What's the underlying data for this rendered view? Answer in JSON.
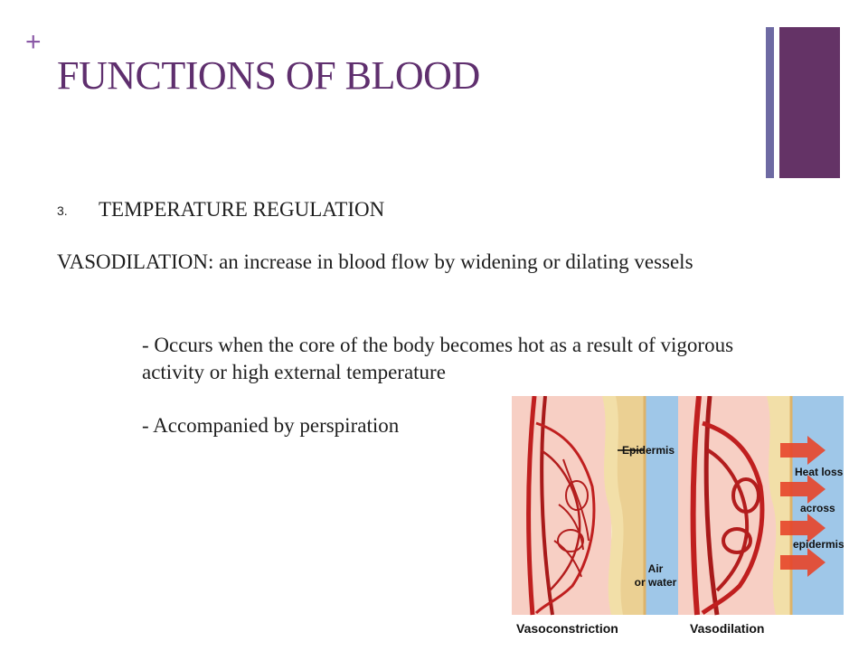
{
  "slide": {
    "plus_mark": "+",
    "title": "FUNCTIONS OF BLOOD",
    "item_number": "3.",
    "item_text": "TEMPERATURE REGULATION",
    "definition": "VASODILATION: an increase in blood flow by widening or dilating vessels",
    "bullet_1": "- Occurs when the core of the body becomes hot as a result of vigorous activity or high external temperature",
    "bullet_2": "- Accompanied by perspiration",
    "accent_color": "#643366",
    "accent_color_secondary": "#6e6aa3"
  },
  "figure": {
    "label_epidermis": "Epidermis",
    "label_air": "Air",
    "label_water": "or water",
    "label_heat_loss": "Heat loss",
    "label_across": "across",
    "label_epidermis_2": "epidermis",
    "caption_left": "Vasoconstriction",
    "caption_right": "Vasodilation"
  }
}
